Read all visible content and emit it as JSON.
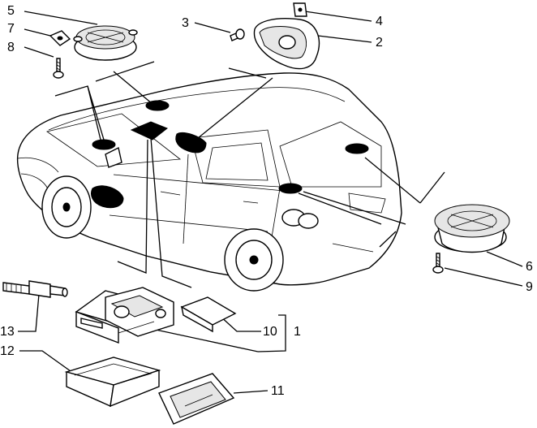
{
  "colors": {
    "ink": "#000000",
    "paper": "#ffffff",
    "shade": "#e6e6e6"
  },
  "callouts": {
    "c1": "1",
    "c2": "2",
    "c3": "3",
    "c4": "4",
    "c5": "5",
    "c6": "6",
    "c7": "7",
    "c8": "8",
    "c9": "9",
    "c10": "10",
    "c11": "11",
    "c12": "12",
    "c13": "13"
  }
}
